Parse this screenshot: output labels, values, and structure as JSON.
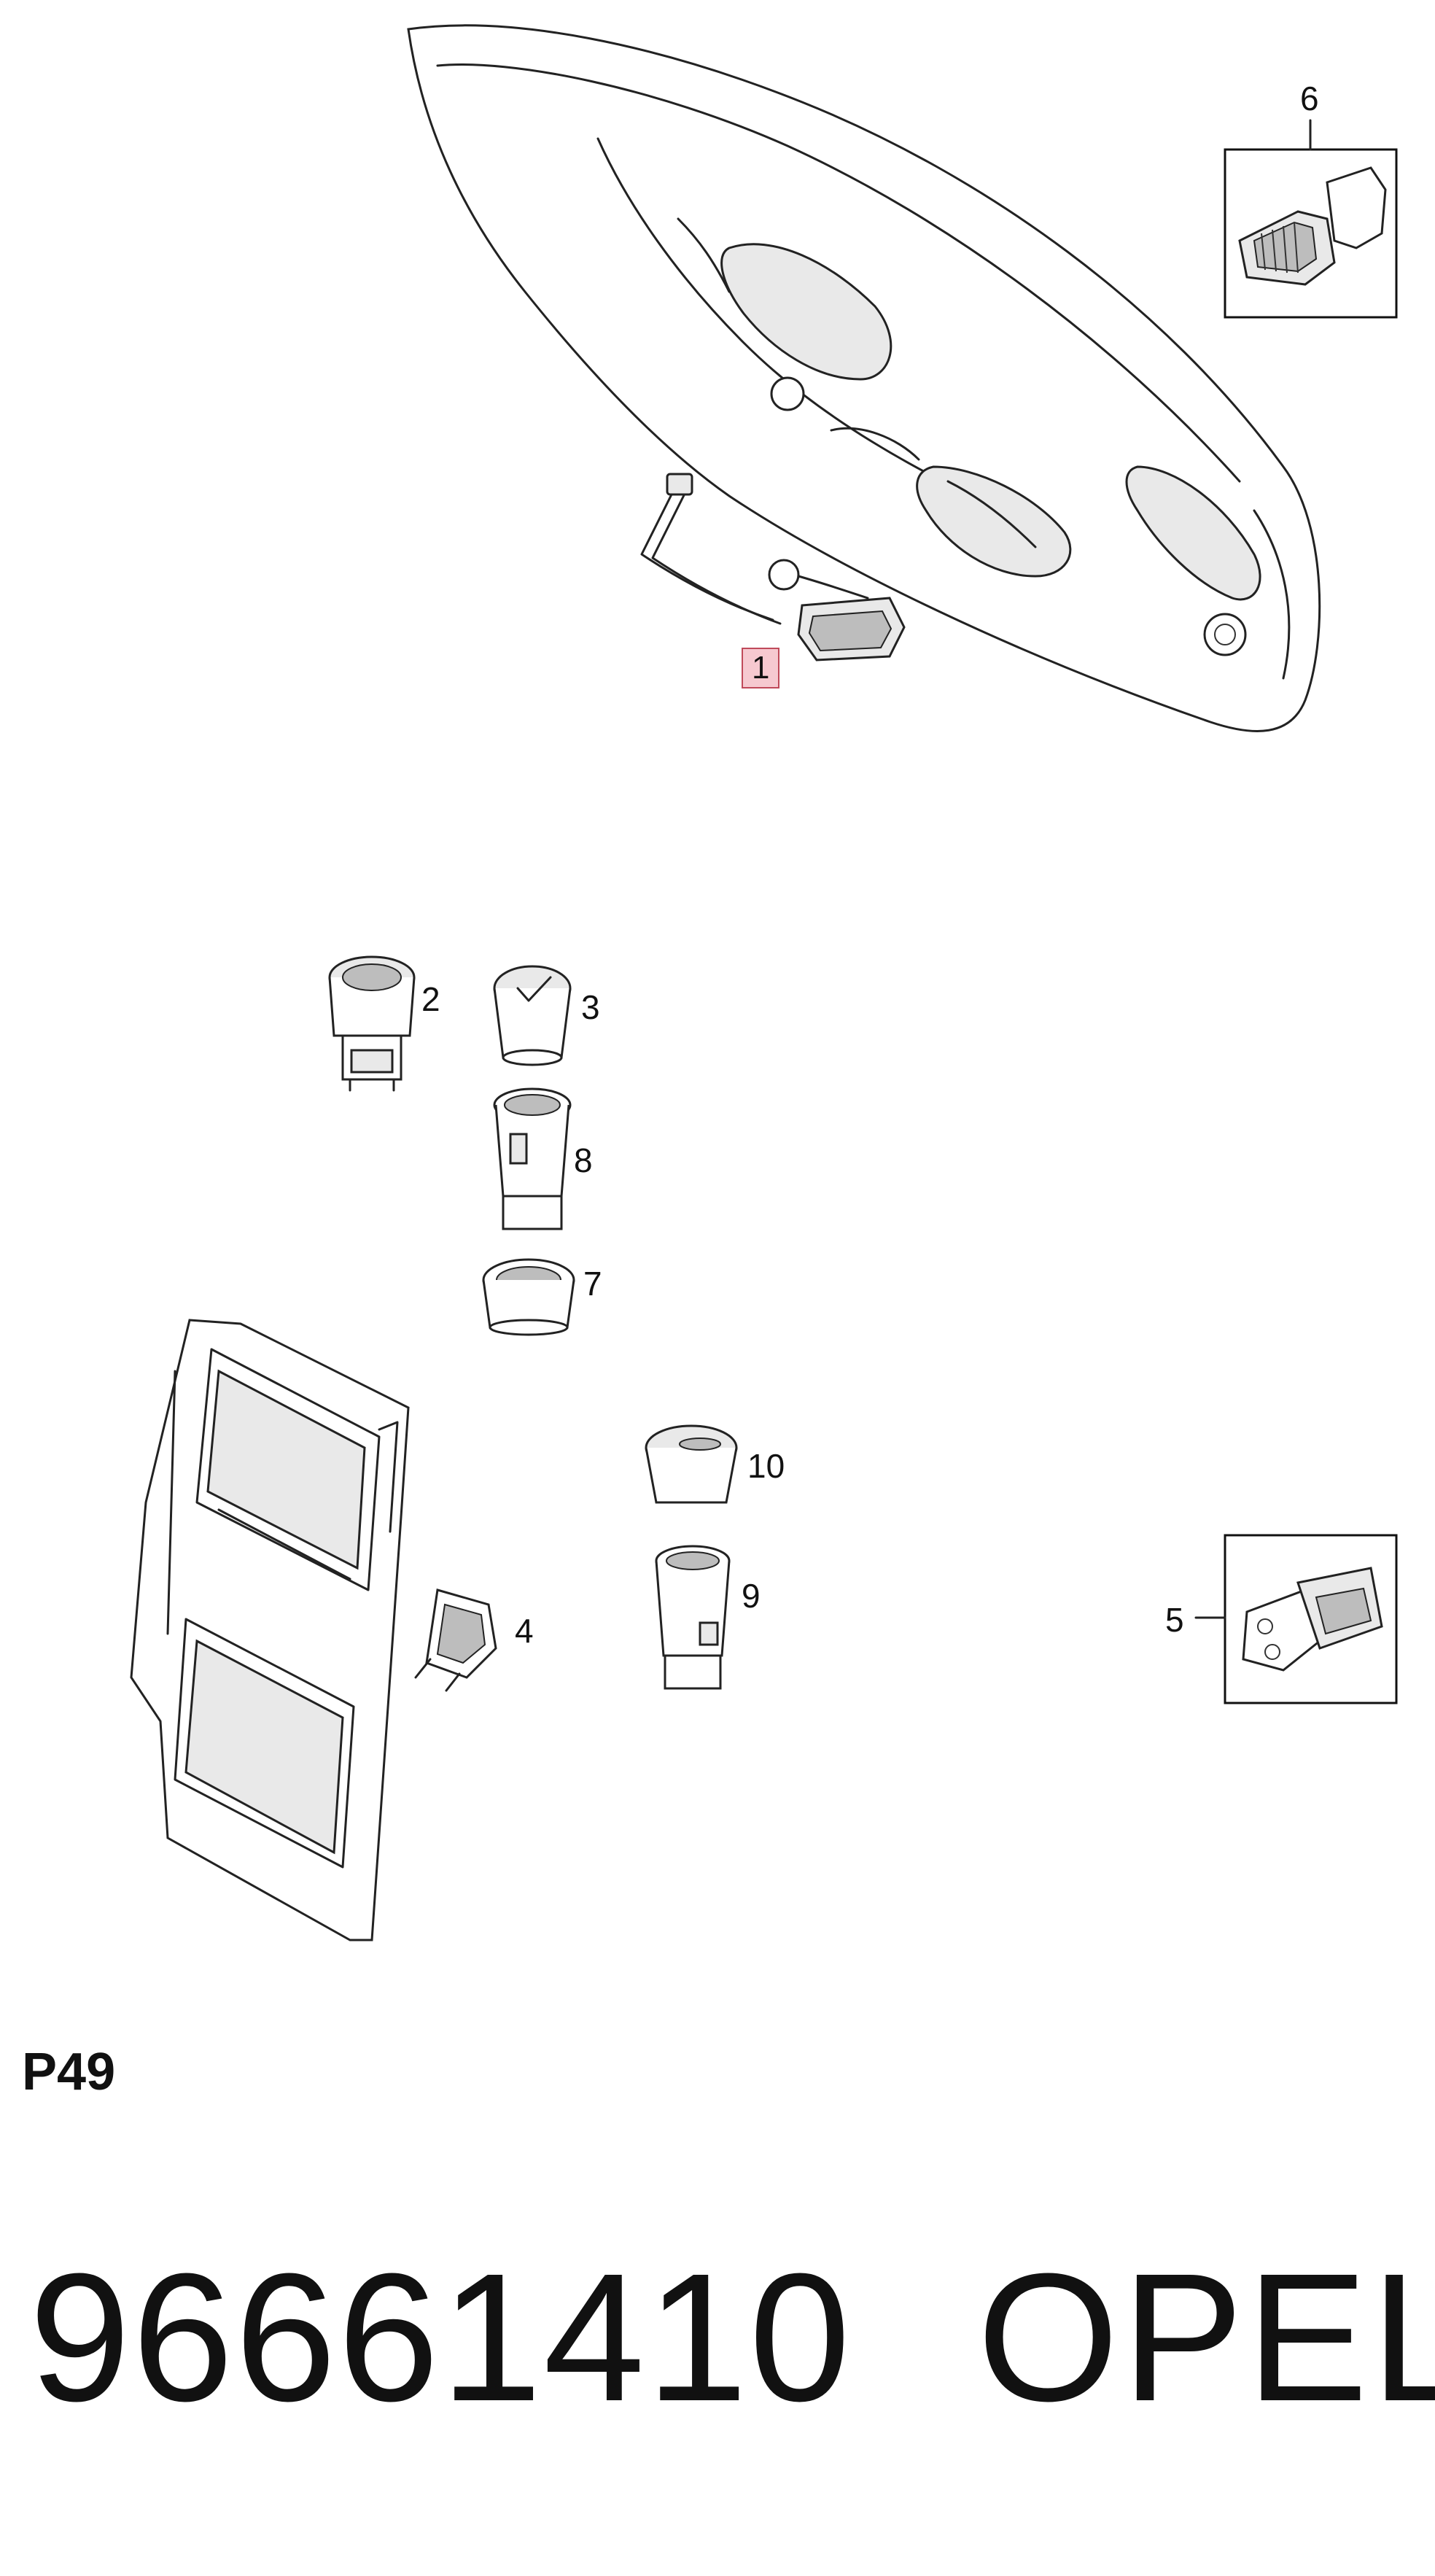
{
  "callouts": {
    "c1": "1",
    "c2": "2",
    "c3": "3",
    "c4": "4",
    "c5": "5",
    "c6": "6",
    "c7": "7",
    "c8": "8",
    "c9": "9",
    "c10": "10"
  },
  "page_code": "P49",
  "part_number": "96661410",
  "brand": "OPEL",
  "colors": {
    "highlight_fill": "#f6c9d0",
    "highlight_border": "#c04a5a",
    "line": "#222222"
  }
}
